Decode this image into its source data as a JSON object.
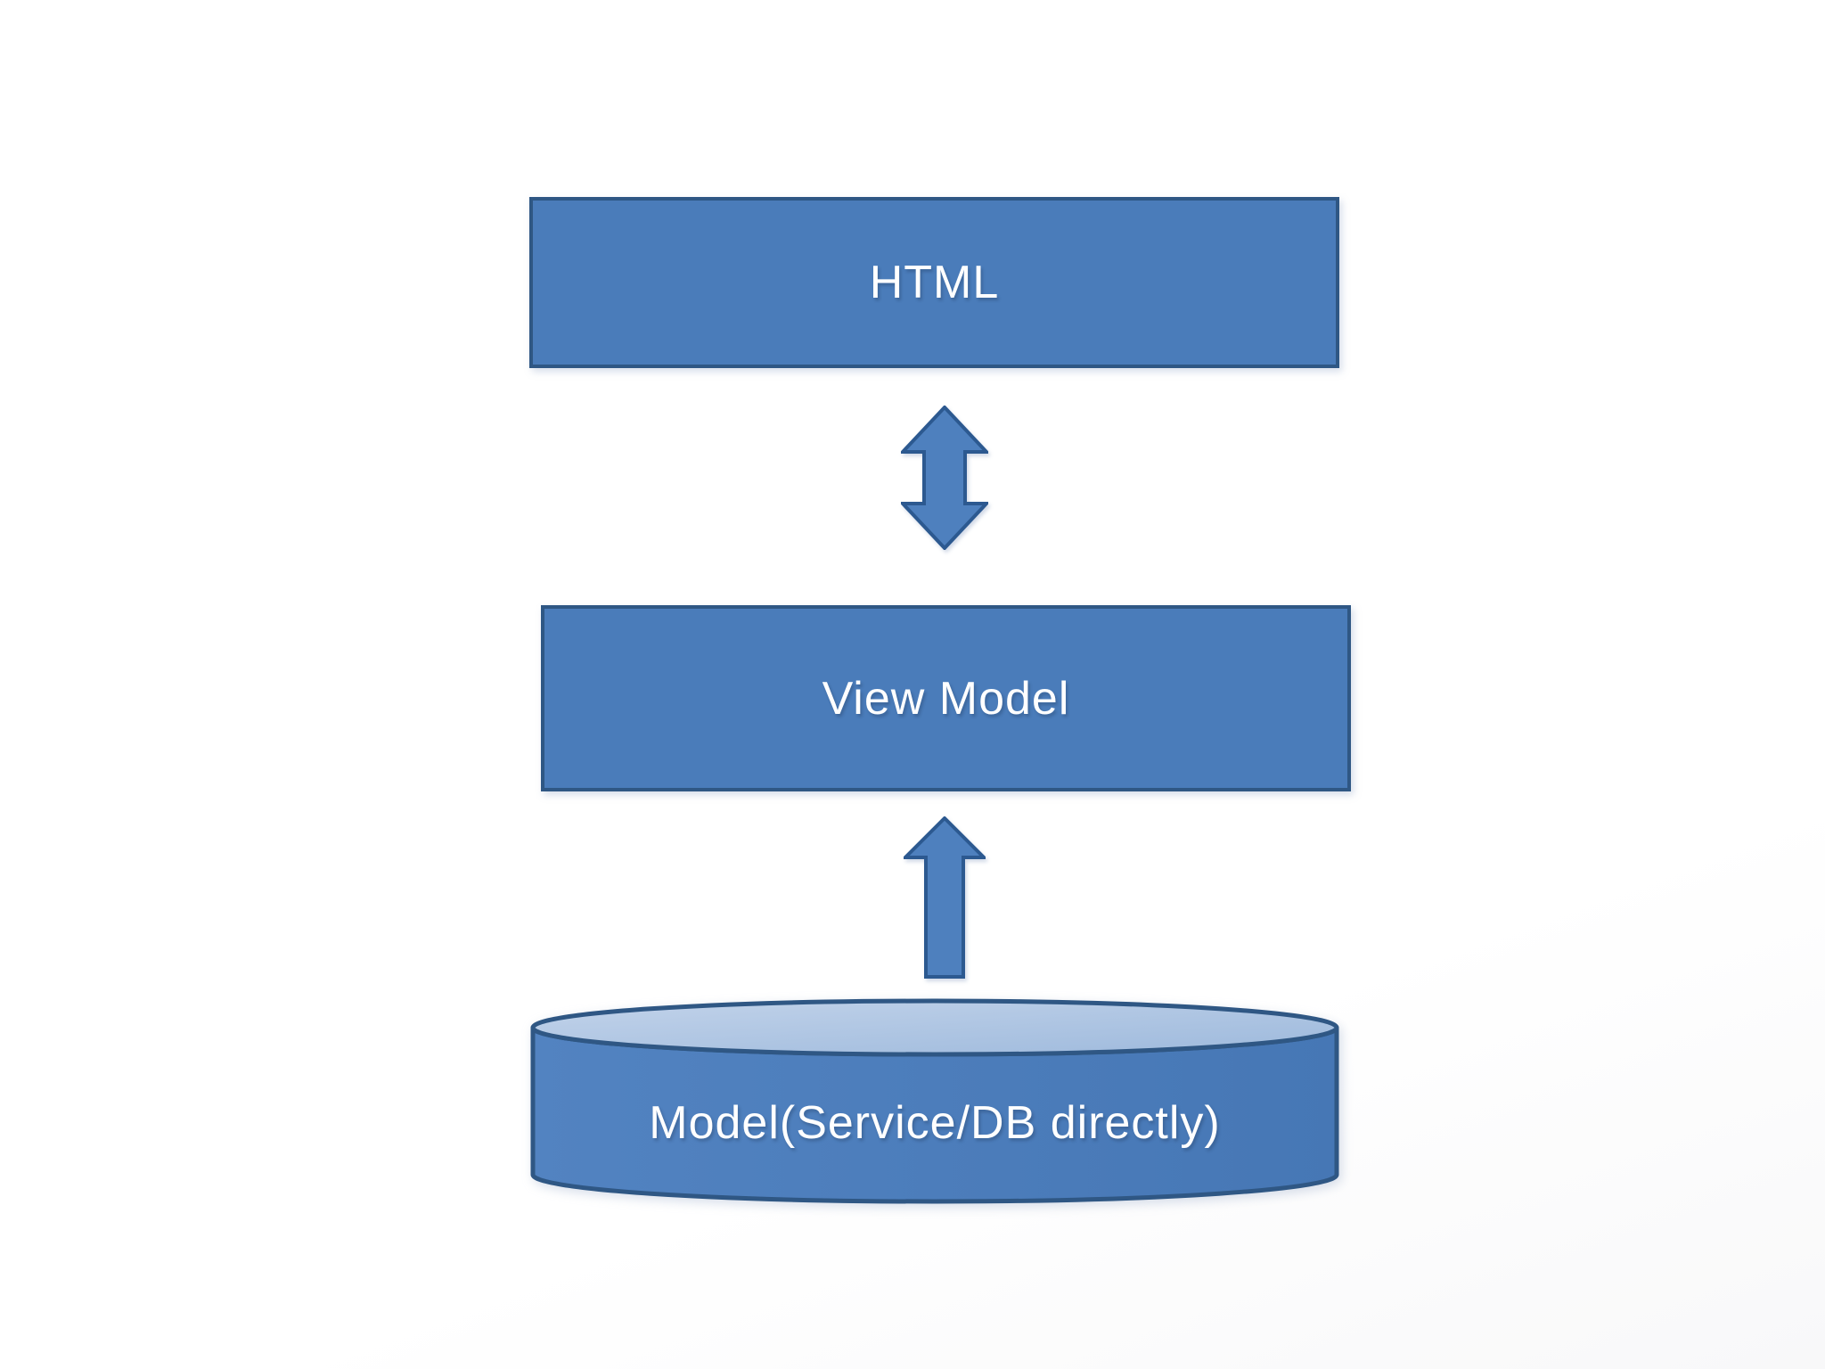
{
  "diagram": {
    "type": "architecture-flow-diagram",
    "nodes": [
      {
        "id": "html",
        "label": "HTML",
        "shape": "rectangle"
      },
      {
        "id": "view-model",
        "label": "View Model",
        "shape": "rectangle"
      },
      {
        "id": "model",
        "label": "Model(Service/DB directly)",
        "shape": "database-cylinder"
      }
    ],
    "connectors": [
      {
        "between": [
          "html",
          "view-model"
        ],
        "type": "vertical-double-headed-arrow"
      },
      {
        "between": [
          "model",
          "view-model"
        ],
        "type": "vertical-up-arrow"
      }
    ],
    "colors": {
      "shape_fill": "#4A7CBA",
      "shape_border": "#2F5784",
      "arrow_fill": "#4E80BE",
      "arrow_border": "#2C5990",
      "cylinder_top_fill": "#AFC6E4",
      "label_text": "#FFFFFF",
      "background": "#FFFFFF"
    }
  }
}
